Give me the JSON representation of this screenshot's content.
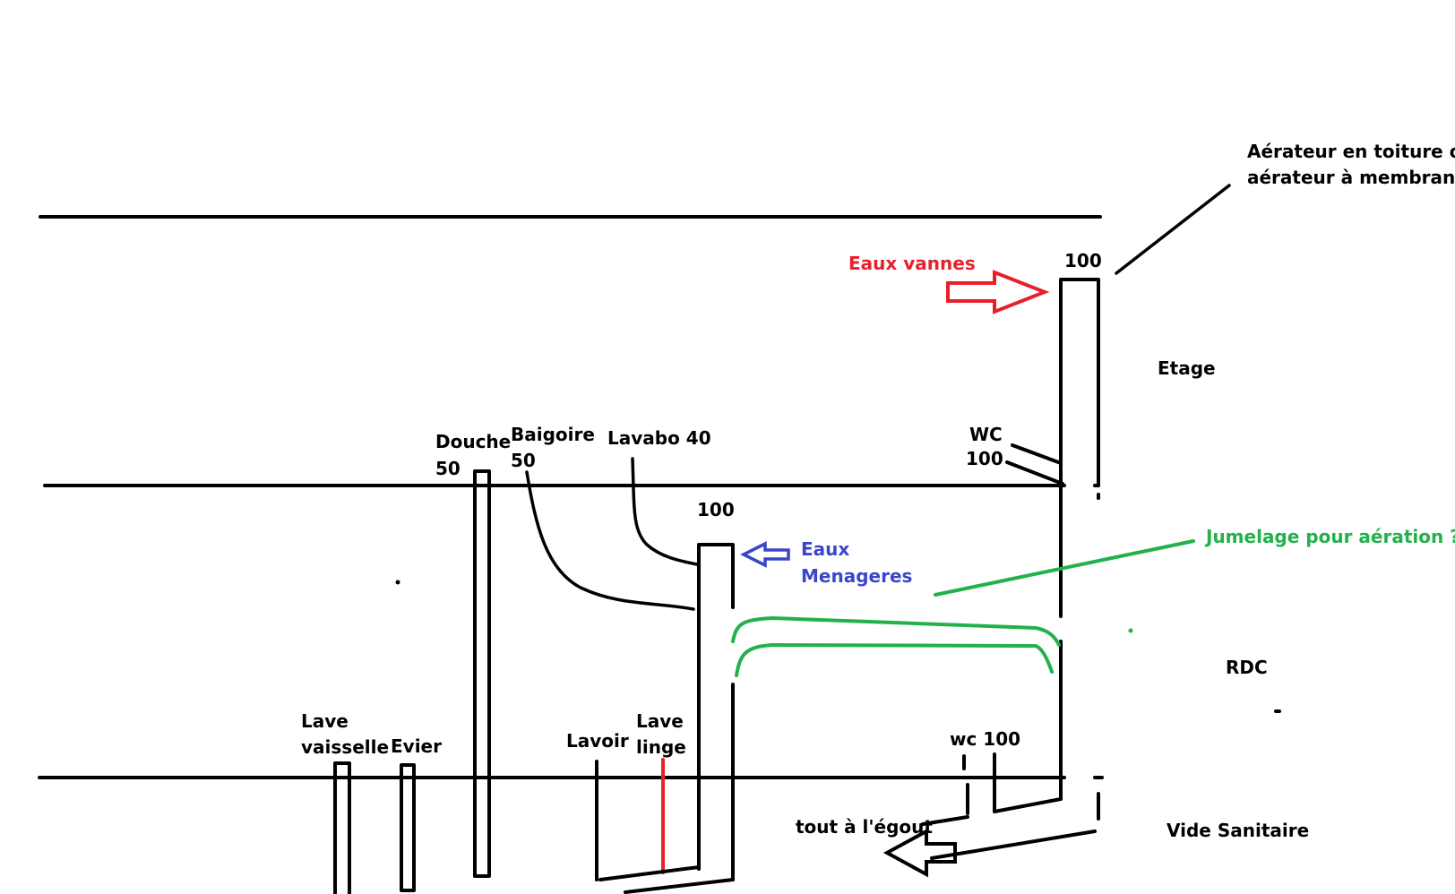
{
  "colors": {
    "black": "#000000",
    "red": "#e8202a",
    "blue": "#3a46c8",
    "green": "#22b14c",
    "background": "#ffffff"
  },
  "labels": {
    "aerateur_line1": "Aérateur en toiture ou",
    "aerateur_line2": "aérateur à membrane",
    "eaux_vannes": "Eaux vannes",
    "stack_main_diameter": "100",
    "etage": "Etage",
    "wc_upper_line1": "WC",
    "wc_upper_line2": "100",
    "douche_line1": "Douche",
    "douche_line2": "50",
    "baignoire_line1": "Baigoire",
    "baignoire_line2": "50",
    "lavabo": "Lavabo 40",
    "stack_secondary_diameter": "100",
    "eaux_menageres_line1": "Eaux",
    "eaux_menageres_line2": "Menageres",
    "jumelage": "Jumelage pour aération ?",
    "rdc": "RDC",
    "lave_vaisselle_line1": "Lave",
    "lave_vaisselle_line2": "vaisselle",
    "evier": "Evier",
    "lavoir": "Lavoir",
    "lave_linge_line1": "Lave",
    "lave_linge_line2": "linge",
    "wc_lower": "wc 100",
    "egout": "tout à l'égout",
    "vide_sanitaire": "Vide Sanitaire"
  }
}
